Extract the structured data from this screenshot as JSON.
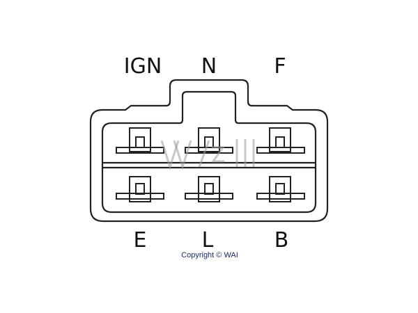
{
  "connector": {
    "top_labels": [
      "IGN",
      "N",
      "F"
    ],
    "bottom_labels": [
      "E",
      "L",
      "B"
    ]
  },
  "copyright": "Copyright © WAI",
  "watermark": "WAI"
}
